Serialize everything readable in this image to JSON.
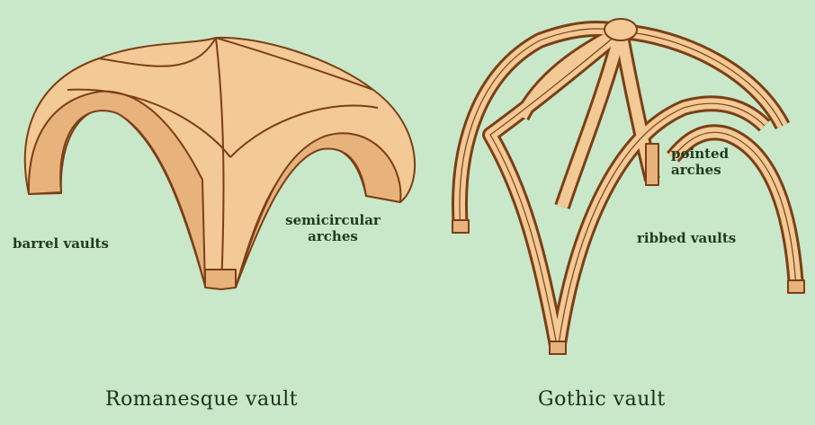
{
  "romanesque": {
    "caption": "Romanesque vault",
    "label_left": "barrel vaults",
    "label_right_line1": "semicircular",
    "label_right_line2": "arches"
  },
  "gothic": {
    "caption": "Gothic vault",
    "label_pointed_line1": "pointed",
    "label_pointed_line2": "arches",
    "label_ribbed": "ribbed vaults"
  },
  "colors": {
    "background": "#c8e8c9",
    "vault_fill": "#f3c996",
    "vault_shade": "#e7b27c",
    "outline": "#7a3f16",
    "text": "#1f3a1c"
  }
}
